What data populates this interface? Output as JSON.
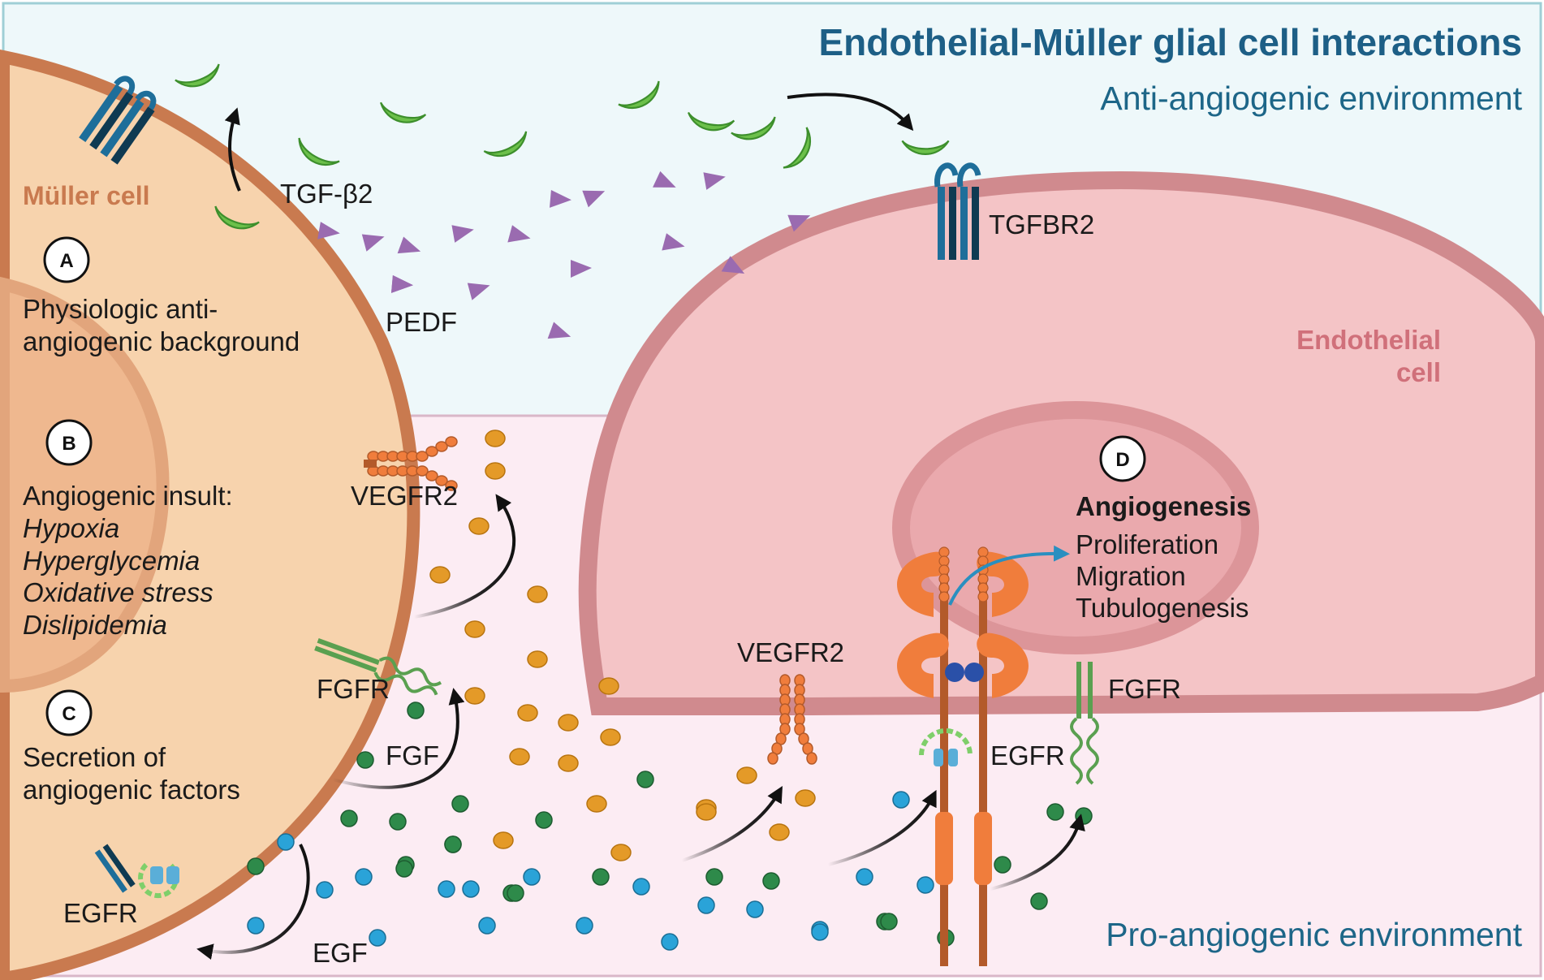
{
  "title": "Endothelial-Müller glial cell interactions",
  "anti_env_label": "Anti-angiogenic environment",
  "pro_env_label": "Pro-angiogenic environment",
  "muller_cell_label": "Müller cell",
  "endothelial_cell_label_line1": "Endothelial",
  "endothelial_cell_label_line2": "cell",
  "factors": {
    "tgf": "TGF-β2",
    "pedf": "PEDF",
    "fgf": "FGF",
    "egf": "EGF"
  },
  "receptors": {
    "tgfbr2": "TGFBR2",
    "vegfr2_muller": "VEGFR2",
    "fgfr_muller": "FGFR",
    "egfr_muller": "EGFR",
    "vegfr2_endo": "VEGFR2",
    "fgfr_endo": "FGFR",
    "egfr_endo": "EGFR"
  },
  "steps": {
    "A": {
      "badge": "A",
      "line1": "Physiologic anti-",
      "line2": "angiogenic background"
    },
    "B": {
      "badge": "B",
      "heading": "Angiogenic insult:",
      "items": [
        "Hypoxia",
        "Hyperglycemia",
        "Oxidative stress",
        "Dislipidemia"
      ]
    },
    "C": {
      "badge": "C",
      "line1": "Secretion of",
      "line2": "angiogenic factors"
    },
    "D": {
      "badge": "D",
      "heading": "Angiogenesis",
      "items": [
        "Proliferation",
        "Migration",
        "Tubulogenesis"
      ]
    }
  },
  "colors": {
    "title": "#1d5f86",
    "env_label": "#1d6688",
    "anti_bg": "#eef8fa",
    "pro_bg": "#fcecf3",
    "muller_fill": "#f7d3ad",
    "muller_border": "#c97a4f",
    "muller_nucleus": "#efb88f",
    "muller_label": "#c97a4f",
    "endo_fill": "#f4c4c6",
    "endo_border": "#d08a8e",
    "endo_nucleus": "#eaa9ad",
    "endo_label": "#d0707a",
    "tgf_green": "#6cc04a",
    "pedf_purple": "#9a6bb0",
    "vegf_orange": "#e49a28",
    "fgf_green": "#2e8a4a",
    "egf_blue": "#2aa3d8",
    "receptor_orange": "#f07d3c",
    "receptor_brown": "#b35a2a",
    "tgfbr_blue": "#1e6e9a",
    "tgfbr_dark": "#0f3a52",
    "fgfr_green": "#5aa050"
  }
}
